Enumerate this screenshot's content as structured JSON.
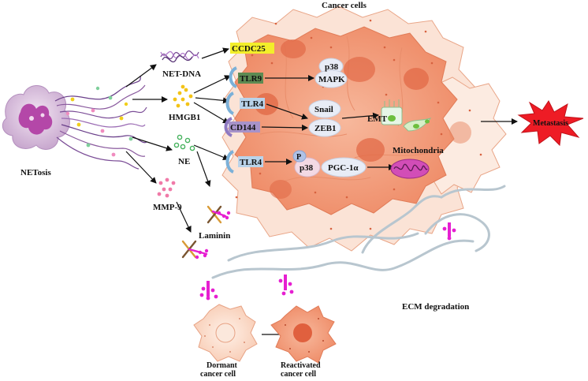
{
  "labels": {
    "cancer_cells": "Cancer cells",
    "netosis": "NETosis",
    "net_dna": "NET-DNA",
    "hmgb1": "HMGB1",
    "ne": "NE",
    "mmp9": "MMP-9",
    "laminin": "Laminin",
    "ccdc25": "CCDC25",
    "tlr9": "TLR9",
    "tlr4_top": "TLR4",
    "cd144": "CD144",
    "tlr4_bottom": "TLR4",
    "p38_top": "p38",
    "mapk": "MAPK",
    "snail": "Snail",
    "zeb1": "ZEB1",
    "p": "P",
    "p38_bottom": "p38",
    "pgc1a": "PGC-1α",
    "emt": "EMT",
    "mitochondria": "Mitochondria",
    "metastasis": "Metastasis",
    "ecm_degradation": "ECM degradation",
    "dormant_line1": "Dormant",
    "dormant_line2": "cancer cell",
    "reactivated_line1": "Reactivated",
    "reactivated_line2": "cancer cell"
  },
  "colors": {
    "cancer_dark": "#ef8f6c",
    "cancer_mid": "#f6b79b",
    "cancer_light": "#fbe0d2",
    "nucleus": "#e06a48",
    "ccdc25_bg": "#f3ee2a",
    "tlr9_bg": "#5d8a52",
    "receptor_blue": "#b9d3ea",
    "cd144_bg": "#a792c9",
    "node_bg": "#e8ecf6",
    "metastasis_red": "#ee1c25",
    "magenta": "#e61fd1",
    "ecm_fiber": "#b8c6cf",
    "neutrophil": "#c35ab7"
  }
}
